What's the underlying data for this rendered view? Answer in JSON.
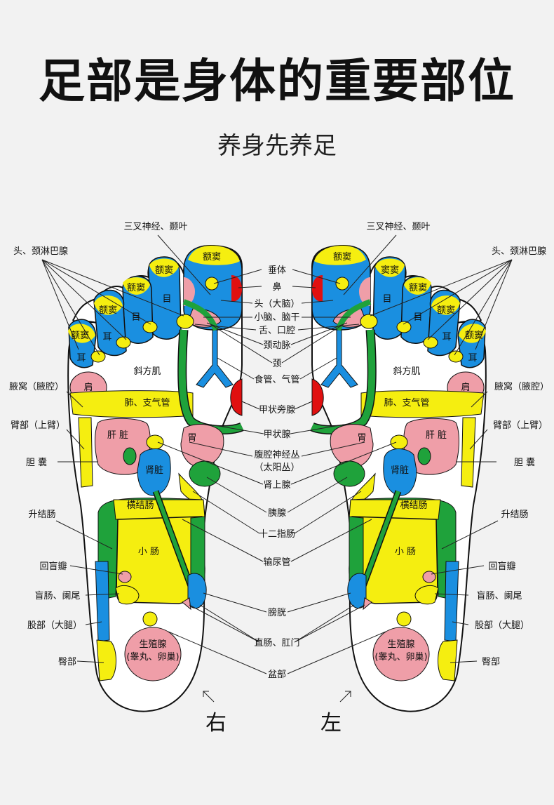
{
  "title": "足部是身体的重要部位",
  "subtitle": "养身先养足",
  "colors": {
    "blue": "#1a8fe0",
    "yellow": "#f5ee10",
    "pink": "#ef9ea8",
    "green": "#1fa23b",
    "red": "#e01010",
    "outline": "#111111"
  },
  "center_labels": [
    "垂体",
    "鼻",
    "头（大脑）",
    "小脑、脑干",
    "舌、口腔",
    "颈动脉",
    "颈",
    "食管、气管",
    "甲状旁腺",
    "甲状腺",
    "腹腔神经丛",
    "（太阳丛）",
    "肾上腺",
    "胰腺",
    "十二指肠",
    "输尿管",
    "膀胱",
    "直肠、肛门",
    "盆部"
  ],
  "side_labels": {
    "top": "三叉神经、颞叶",
    "lymph": "头、颈淋巴腺",
    "armpit": "腋窝（腋腔）",
    "upper_arm": "臂部（上臂）",
    "gallbladder": "胆 囊",
    "ascending_colon": "升结肠",
    "ileocecal": "回盲瓣",
    "cecum": "盲肠、阑尾",
    "thigh": "股部（大腿）",
    "buttock": "臀部"
  },
  "inner_right": {
    "sinus_big": "额窦",
    "sinus1": "额窦",
    "sinus2": "额窦",
    "sinus3": "额窦",
    "sinus4": "额窦",
    "eye1": "目",
    "eye2": "目",
    "ear1": "耳",
    "ear2": "耳",
    "trapezius": "斜方肌",
    "shoulder": "肩",
    "lung": "肺、支气管",
    "liver": "肝 脏",
    "stomach": "胃",
    "kidney": "肾脏",
    "transverse_colon": "横结肠",
    "small_intestine": "小 肠",
    "gonad": "生殖腺",
    "gonad_sub": "(睾丸、卵巢)"
  },
  "inner_left": {
    "sinus_big": "额窦",
    "sinus1": "窦窦",
    "sinus2": "额窦",
    "sinus3": "额窦",
    "sinus4": "额窦",
    "eye1": "目",
    "eye2": "目",
    "ear1": "耳",
    "ear2": "耳",
    "trapezius": "斜方肌",
    "shoulder": "肩",
    "lung": "肺、支气管",
    "liver": "肝 脏",
    "stomach": "胃",
    "kidney": "肾脏",
    "transverse_colon": "横结肠",
    "small_intestine": "小 肠",
    "gonad": "生殖腺",
    "gonad_sub": "(睾丸、卵巢)"
  },
  "foot_right": "右",
  "foot_left": "左"
}
